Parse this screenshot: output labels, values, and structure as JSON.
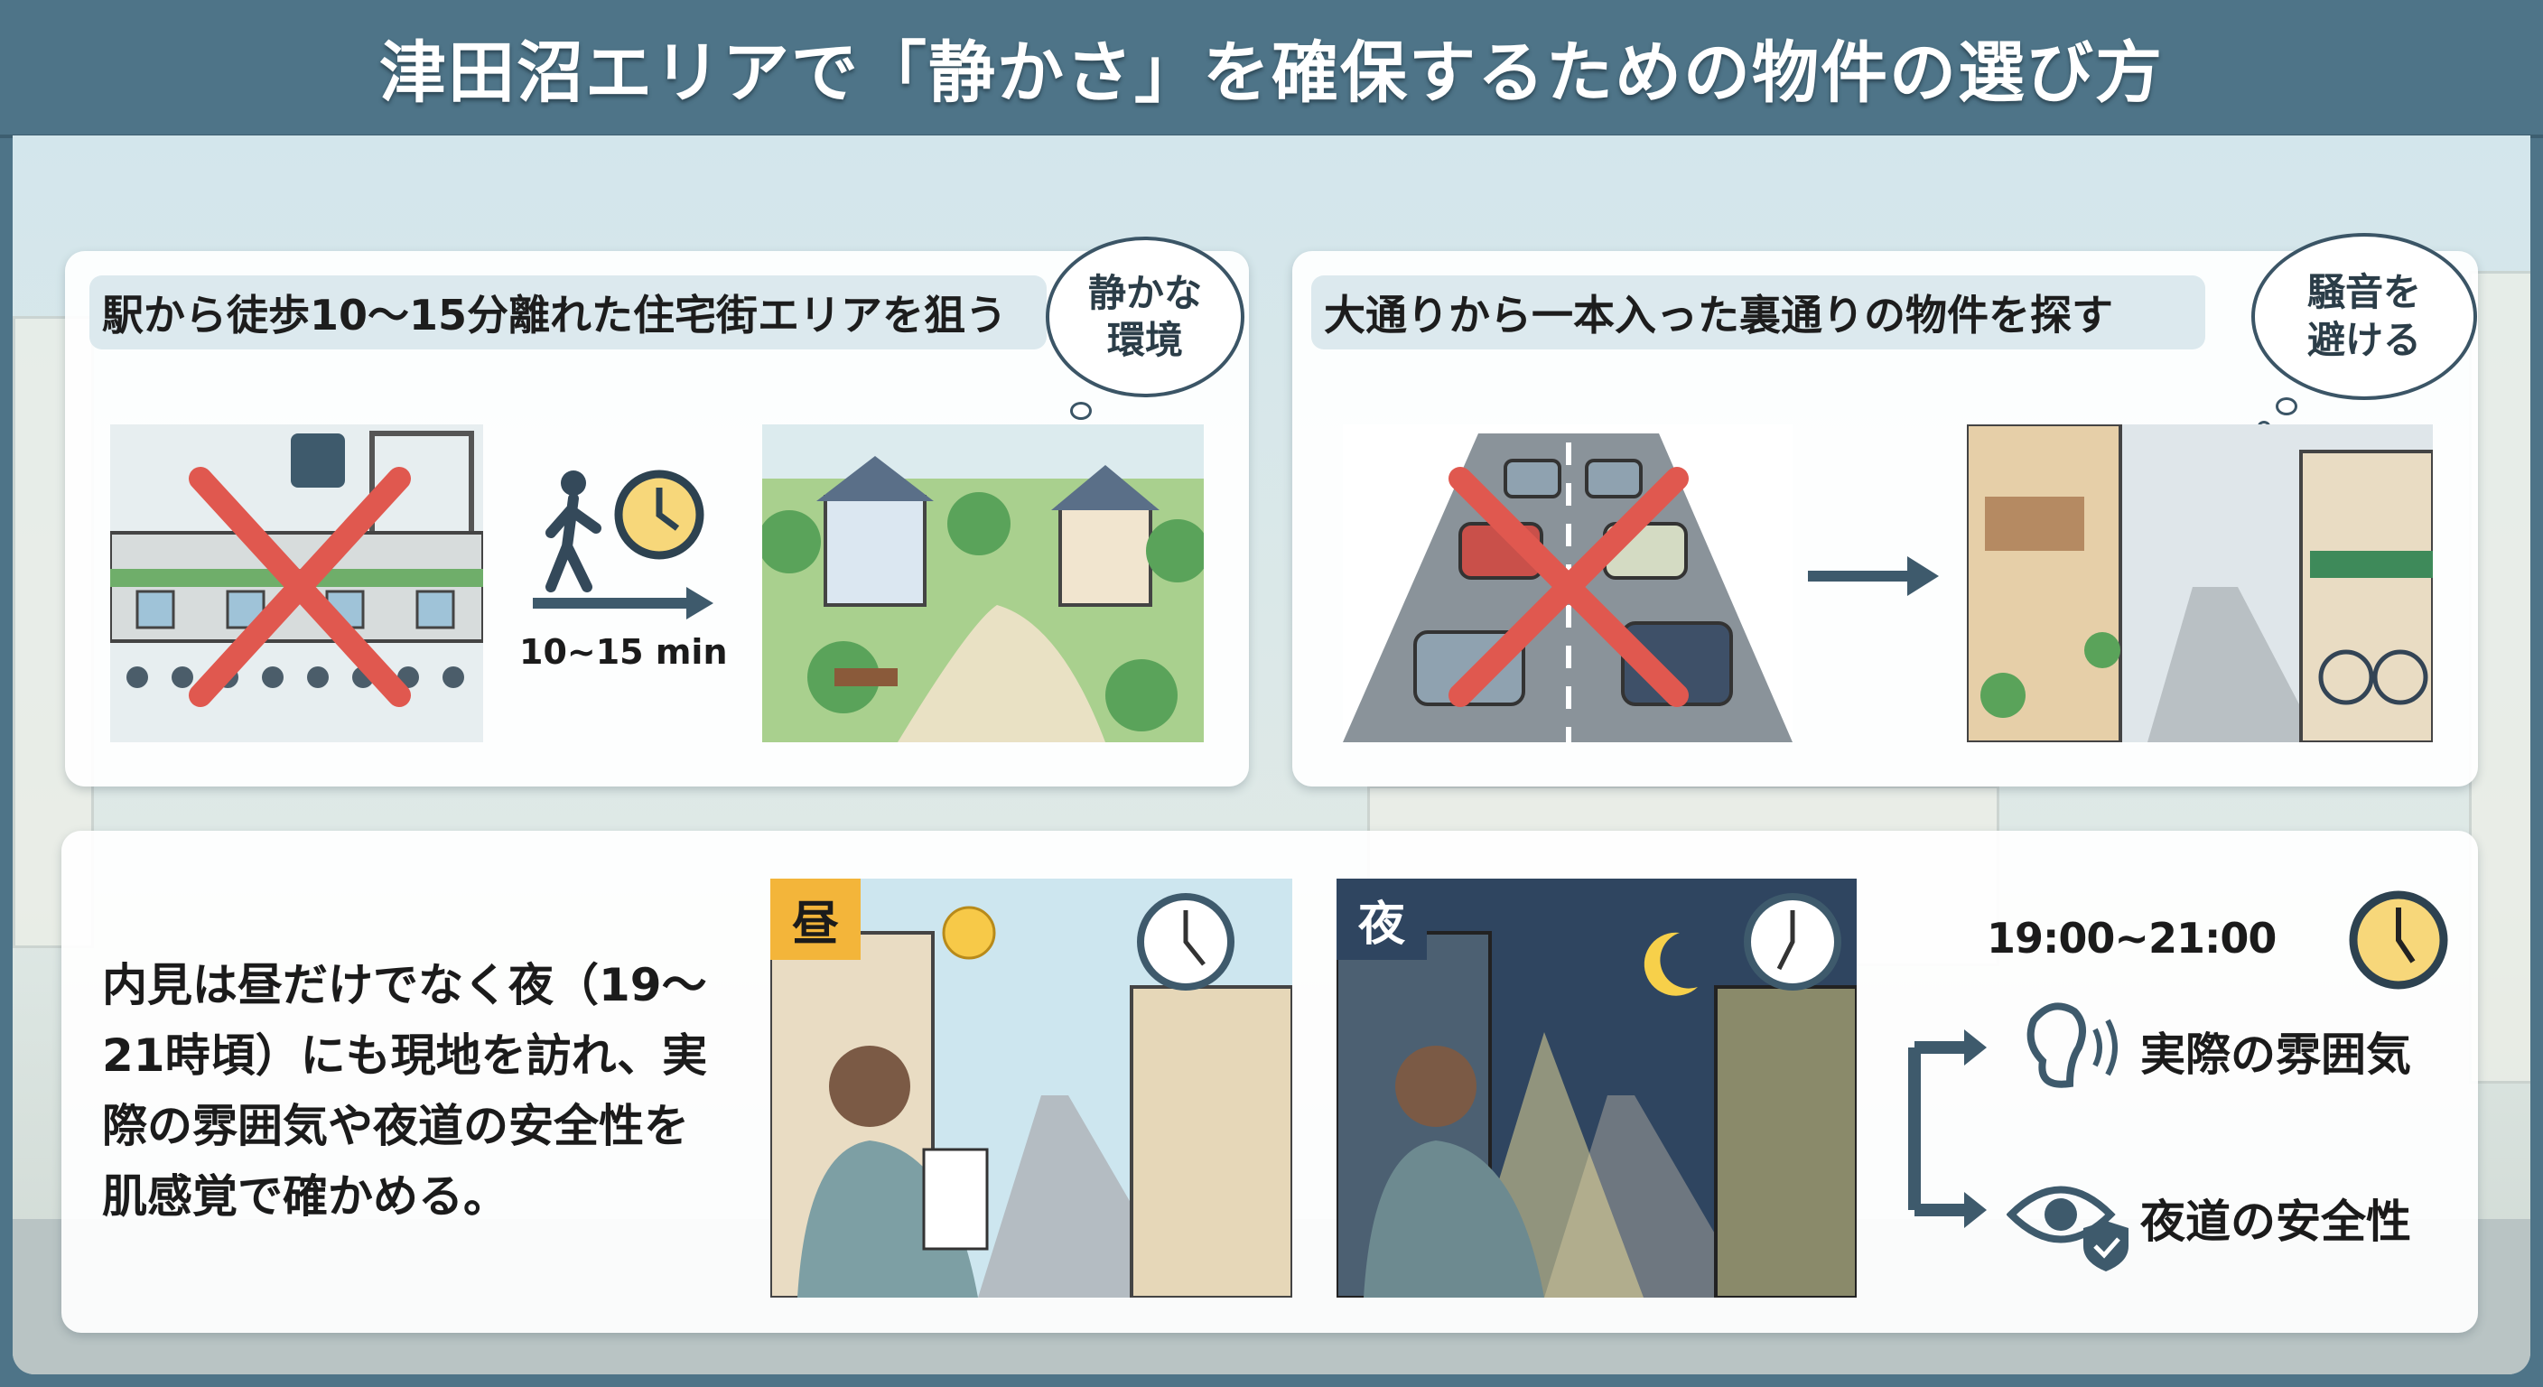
{
  "header": {
    "title": "津田沼エリアで「静かさ」を確保するための物件の選び方"
  },
  "section1": {
    "label": "駅から徒歩10〜15分離れた住宅街エリアを狙う",
    "bubble": [
      "静かな",
      "環境"
    ],
    "walk_time": "10~15 min",
    "icons": [
      "station-crossed-icon",
      "walking-person-icon",
      "clock-icon",
      "arrow-right-icon",
      "quiet-park-image"
    ]
  },
  "section2": {
    "label": "大通りから一本入った裏通りの物件を探す",
    "bubble": [
      "騒音を",
      "避ける"
    ],
    "icons": [
      "busy-road-crossed-icon",
      "arrow-right-icon",
      "back-street-image"
    ]
  },
  "section3": {
    "text_lines": [
      "内見は昼だけでなく夜（19〜",
      "21時頃）にも現地を訪れ、実",
      "際の雰囲気や夜道の安全性を",
      "肌感覚で確かめる。"
    ],
    "day_badge": "昼",
    "night_badge": "夜",
    "time_range": "19:00~21:00",
    "points": [
      {
        "icon": "ear-icon",
        "label": "実際の雰囲気"
      },
      {
        "icon": "eye-shield-icon",
        "label": "夜道の安全性"
      }
    ]
  },
  "colors": {
    "header": "#4e7488",
    "accent_day": "#f3b53a",
    "accent_night": "#2f4560",
    "cross": "#e0584f"
  }
}
